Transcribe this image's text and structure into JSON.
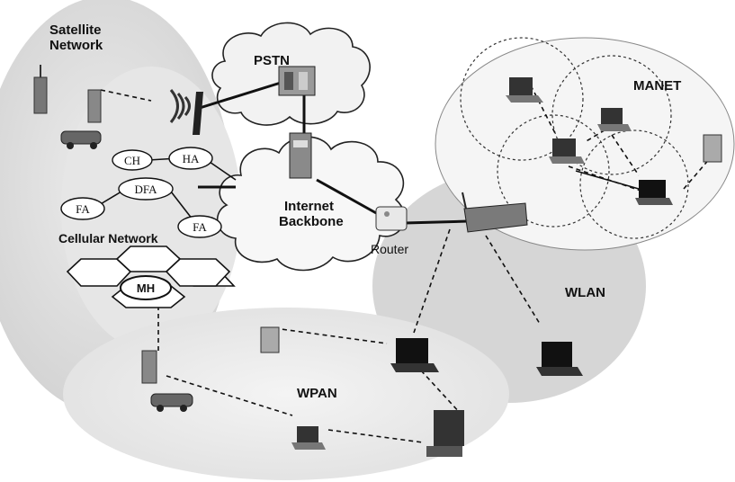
{
  "regions": {
    "satellite": "Satellite\nNetwork",
    "pstn": "PSTN",
    "manet": "MANET",
    "internet": "Internet\nBackbone",
    "router": "Router",
    "cellular": "Cellular Network",
    "wlan": "WLAN",
    "wpan": "WPAN"
  },
  "nodes": {
    "ch": "CH",
    "ha": "HA",
    "dfa": "DFA",
    "fa_left": "FA",
    "fa_right": "FA",
    "mh": "MH"
  }
}
